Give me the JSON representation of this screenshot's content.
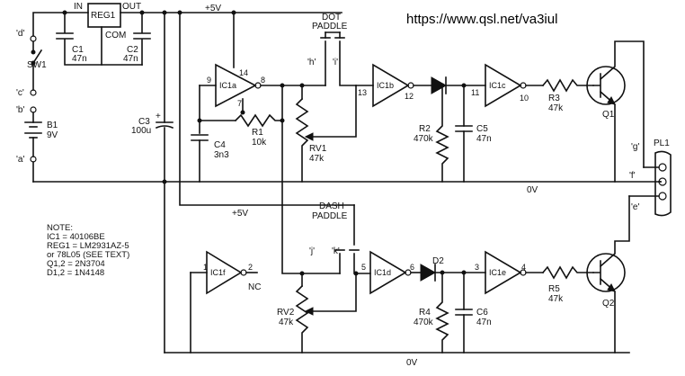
{
  "url": "https://www.qsl.net/va3iul",
  "labels": {
    "in": "IN",
    "reg1": "REG1",
    "out": "OUT",
    "com": "COM",
    "v5_top": "+5V",
    "v5_mid": "+5V",
    "c1": "C1",
    "c1v": "47n",
    "c2": "C2",
    "c2v": "47n",
    "c3": "C3",
    "c3v": "100u",
    "c4": "C4",
    "c4v": "3n3",
    "c5": "C5",
    "c5v": "47n",
    "c6": "C6",
    "c6v": "47n",
    "r1": "R1",
    "r1v": "10k",
    "r2": "R2",
    "r2v": "470k",
    "r3": "R3",
    "r3v": "47k",
    "r4": "R4",
    "r4v": "470k",
    "r5": "R5",
    "r5v": "47k",
    "rv1": "RV1",
    "rv1v": "47k",
    "rv2": "RV2",
    "rv2v": "47k",
    "sw1": "SW1",
    "b1": "B1",
    "b1v": "9V",
    "d2": "D2",
    "q1": "Q1",
    "q2": "Q2",
    "pl1": "PL1",
    "ic1a": "IC1a",
    "ic1b": "IC1b",
    "ic1c": "IC1c",
    "ic1d": "IC1d",
    "ic1e": "IC1e",
    "ic1f": "IC1f",
    "nc": "NC",
    "dot": "DOT",
    "dash": "DASH",
    "paddle1": "PADDLE",
    "paddle2": "PADDLE",
    "zero_v1": "0V",
    "zero_v2": "0V",
    "t_d": "'d'",
    "t_c": "'c'",
    "t_b": "'b'",
    "t_a": "'a'",
    "t_h": "'h'",
    "t_i": "'i'",
    "t_j": "'j'",
    "t_k": "'k'",
    "t_g": "'g'",
    "t_f": "'f'",
    "t_e": "'e'",
    "p14": "14",
    "p9": "9",
    "p8": "8",
    "p7": "7",
    "p13": "13",
    "p12": "12",
    "p11": "11",
    "p10": "10",
    "p1": "1",
    "p2": "2",
    "p5": "5",
    "p6": "6",
    "p3": "3",
    "p4": "4"
  },
  "note": [
    "NOTE:",
    "IC1 = 40106BE",
    "REG1 = LM2931AZ-5",
    "or 78L05 (SEE TEXT)",
    "Q1,2 = 2N3704",
    "D1,2 = 1N4148"
  ]
}
